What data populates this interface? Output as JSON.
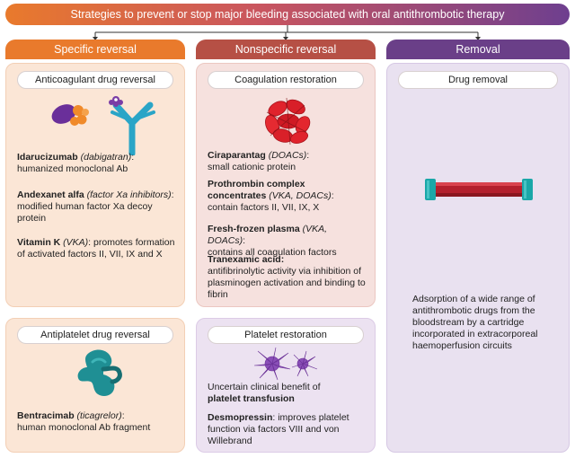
{
  "title": "Strategies to prevent or stop major bleeding associated with oral antithrombotic therapy",
  "colors": {
    "specific": "#e97a2c",
    "nonspecific": "#b65045",
    "removal": "#6a3f88"
  },
  "columns": {
    "specific": {
      "header": "Specific reversal",
      "anticoagulant": {
        "title": "Anticoagulant drug reversal",
        "icons": [
          "dabigatran-antibody-binding-icon",
          "monoclonal-antibody-icon"
        ],
        "items": [
          {
            "name": "Idarucizumab",
            "qualifier": "(dabigatran)",
            "sep": ":",
            "desc": "humanized monoclonal Ab"
          },
          {
            "name": "Andexanet alfa",
            "qualifier": "(factor Xa inhibitors)",
            "sep": ":",
            "desc": "modified human factor Xa decoy protein"
          },
          {
            "name": "Vitamin K",
            "qualifier": "(VKA)",
            "sep": ":",
            "desc": "promotes formation of activated factors II, VII, IX and X"
          }
        ]
      },
      "antiplatelet": {
        "title": "Antiplatelet drug reversal",
        "icons": [
          "antibody-fragment-icon"
        ],
        "items": [
          {
            "name": "Bentracimab",
            "qualifier": "(ticagrelor)",
            "sep": ":",
            "desc": "human monoclonal Ab fragment"
          }
        ]
      }
    },
    "nonspecific": {
      "header": "Nonspecific reversal",
      "coagulation": {
        "title": "Coagulation restoration",
        "icons": [
          "blood-clot-icon"
        ],
        "items": [
          {
            "name": "Ciraparantag",
            "qualifier": "(DOACs)",
            "sep": ":",
            "desc": "small cationic protein"
          },
          {
            "name": "Prothrombin complex concentrates",
            "qualifier": "(VKA, DOACs)",
            "sep": ":",
            "desc": "contain factors II, VII, IX, X"
          },
          {
            "name": "Fresh-frozen plasma",
            "qualifier": "(VKA, DOACs)",
            "sep": ":",
            "desc": "contains all coagulation factors"
          },
          {
            "name": "Tranexamic acid",
            "qualifier": "",
            "sep": ":",
            "desc": "antifibrinolytic activity via inhibition of plasminogen activation and binding to fibrin"
          }
        ]
      },
      "platelet": {
        "title": "Platelet restoration",
        "icons": [
          "activated-platelet-icon"
        ],
        "note_prefix": "Uncertain clinical benefit of",
        "note_bold": "platelet transfusion",
        "items": [
          {
            "name": "Desmopressin",
            "qualifier": "",
            "sep": ":",
            "desc": "improves platelet function via factors VIII and von Willebrand"
          }
        ]
      }
    },
    "removal": {
      "header": "Removal",
      "drug_removal": {
        "title": "Drug removal",
        "icons": [
          "haemoperfusion-cartridge-icon"
        ],
        "desc": "Adsorption of a wide range of antithrombotic drugs from the bloodstream by a cartridge incorporated in extracorporeal haemoperfusion circuits"
      }
    }
  }
}
